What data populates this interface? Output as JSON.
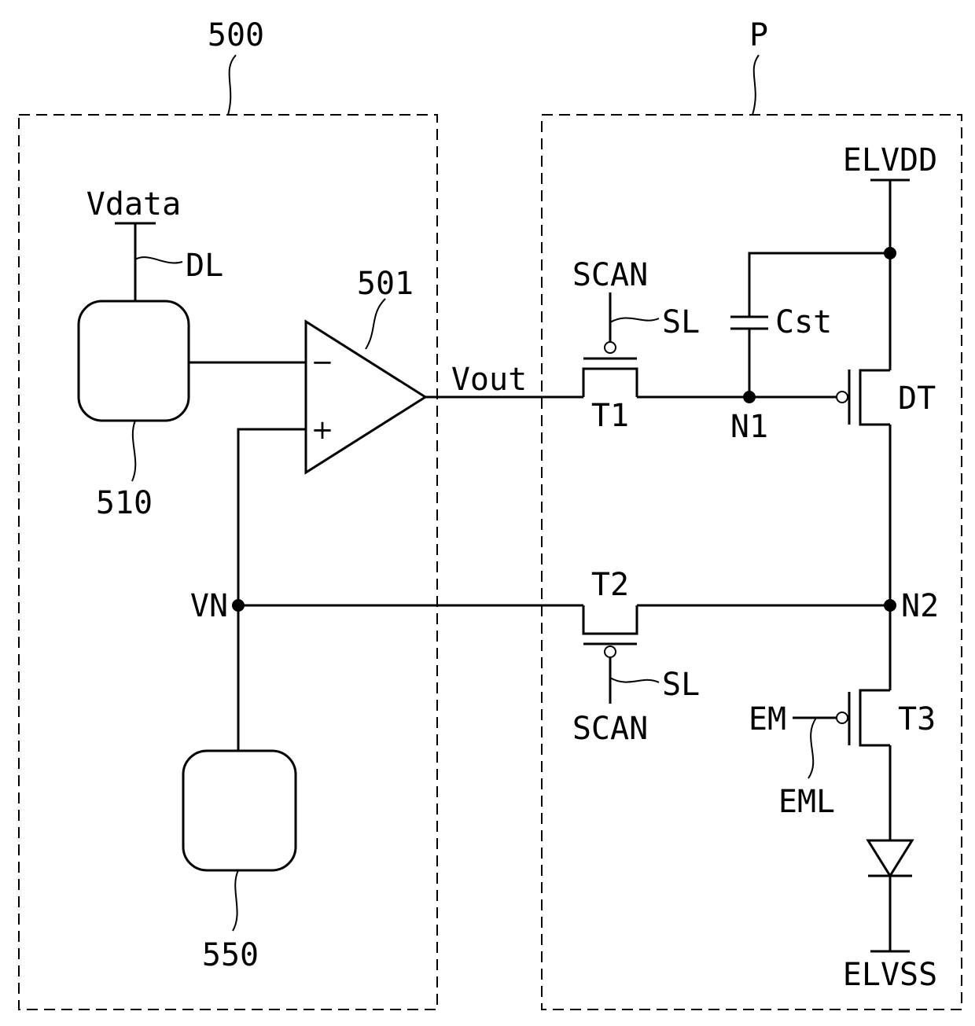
{
  "labels": {
    "block_500": "500",
    "block_p": "P",
    "vdata": "Vdata",
    "dl": "DL",
    "op_amp": "501",
    "block_510": "510",
    "block_550": "550",
    "vout": "Vout",
    "vn": "VN",
    "scan_top": "SCAN",
    "sl_top": "SL",
    "t1": "T1",
    "t2": "T2",
    "scan_bottom": "SCAN",
    "sl_bottom": "SL",
    "cst": "Cst",
    "elvdd": "ELVDD",
    "dt": "DT",
    "n1": "N1",
    "n2": "N2",
    "em": "EM",
    "eml": "EML",
    "t3": "T3",
    "elvss": "ELVSS",
    "minus": "−",
    "plus": "+"
  }
}
